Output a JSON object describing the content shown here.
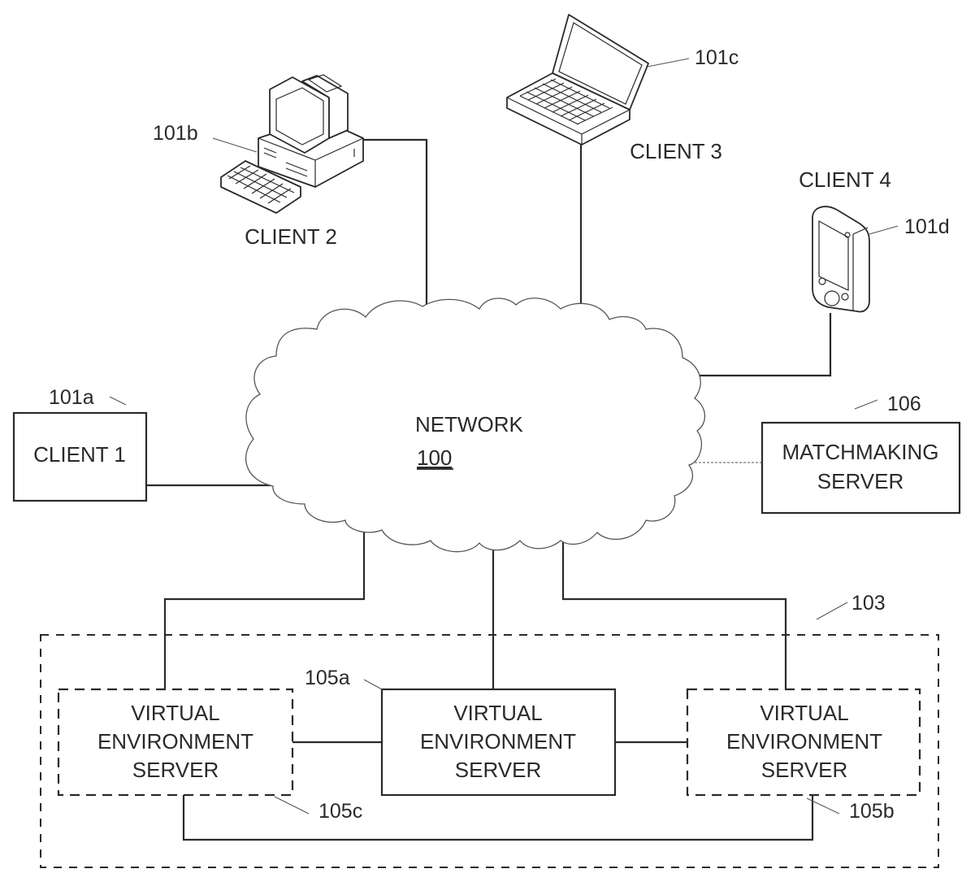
{
  "network": {
    "title": "NETWORK",
    "ref": "100"
  },
  "clients": [
    {
      "label": "CLIENT 1",
      "ref": "101a",
      "device": "box"
    },
    {
      "label": "CLIENT 2",
      "ref": "101b",
      "device": "desktop-computer"
    },
    {
      "label": "CLIENT 3",
      "ref": "101c",
      "device": "laptop"
    },
    {
      "label": "CLIENT 4",
      "ref": "101d",
      "device": "handheld-device"
    }
  ],
  "matchmaking_server": {
    "line1": "MATCHMAKING",
    "line2": "SERVER",
    "ref": "106"
  },
  "server_group": {
    "ref": "103"
  },
  "virtual_servers": [
    {
      "line1": "VIRTUAL",
      "line2": "ENVIRONMENT",
      "line3": "SERVER",
      "ref": "105c",
      "style": "dashed"
    },
    {
      "line1": "VIRTUAL",
      "line2": "ENVIRONMENT",
      "line3": "SERVER",
      "ref": "105a",
      "style": "solid"
    },
    {
      "line1": "VIRTUAL",
      "line2": "ENVIRONMENT",
      "line3": "SERVER",
      "ref": "105b",
      "style": "dashed"
    }
  ]
}
